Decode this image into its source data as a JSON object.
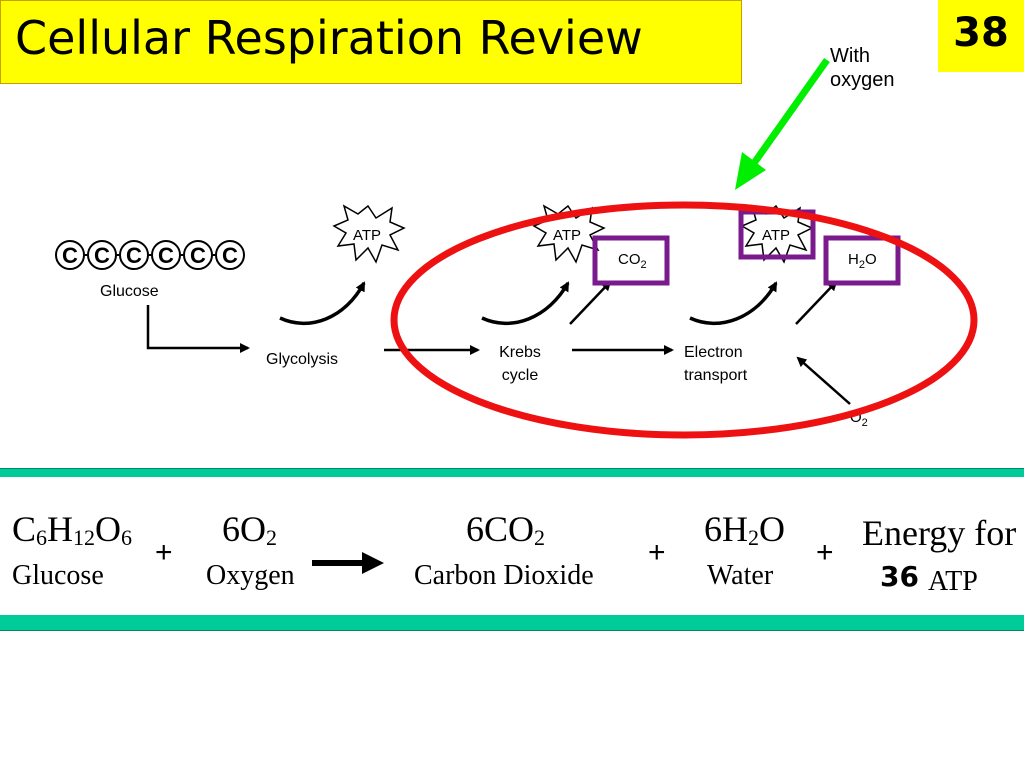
{
  "slide": {
    "title": "Cellular Respiration Review",
    "page_number": "38"
  },
  "diagram": {
    "with_oxygen_line1": "With",
    "with_oxygen_line2": "oxygen",
    "carbon_label": "C",
    "glucose_label": "Glucose",
    "glycolysis_label": "Glycolysis",
    "krebs_line1": "Krebs",
    "krebs_line2": "cycle",
    "electron_line1": "Electron",
    "electron_line2": "transport",
    "atp_label": "ATP",
    "co2_base": "CO",
    "co2_sub": "2",
    "h2o_base1": "H",
    "h2o_sub": "2",
    "h2o_base2": "O",
    "o2_base": "O",
    "o2_sub": "2",
    "colors": {
      "highlight_ellipse": "#ee1111",
      "pointer_arrow": "#00ee00",
      "highlight_box": "#7a1a8c",
      "title_bg": "#ffff00",
      "band": "#00cc99"
    }
  },
  "equation": {
    "glucose_formula": {
      "c": "C",
      "c_sub": "6",
      "h": "H",
      "h_sub": "12",
      "o": "O",
      "o_sub": "6"
    },
    "glucose_name": "Glucose",
    "plus": "+",
    "oxygen_formula": {
      "coef": "6O",
      "sub": "2"
    },
    "oxygen_name": "Oxygen",
    "co2_formula": {
      "coef": "6CO",
      "sub": "2"
    },
    "co2_name": "Carbon Dioxide",
    "water_formula": {
      "coef": "6H",
      "sub": "2",
      "tail": "O"
    },
    "water_name": "Water",
    "energy_line1": "Energy for",
    "atp_count": "36",
    "energy_line2": "ATP"
  }
}
